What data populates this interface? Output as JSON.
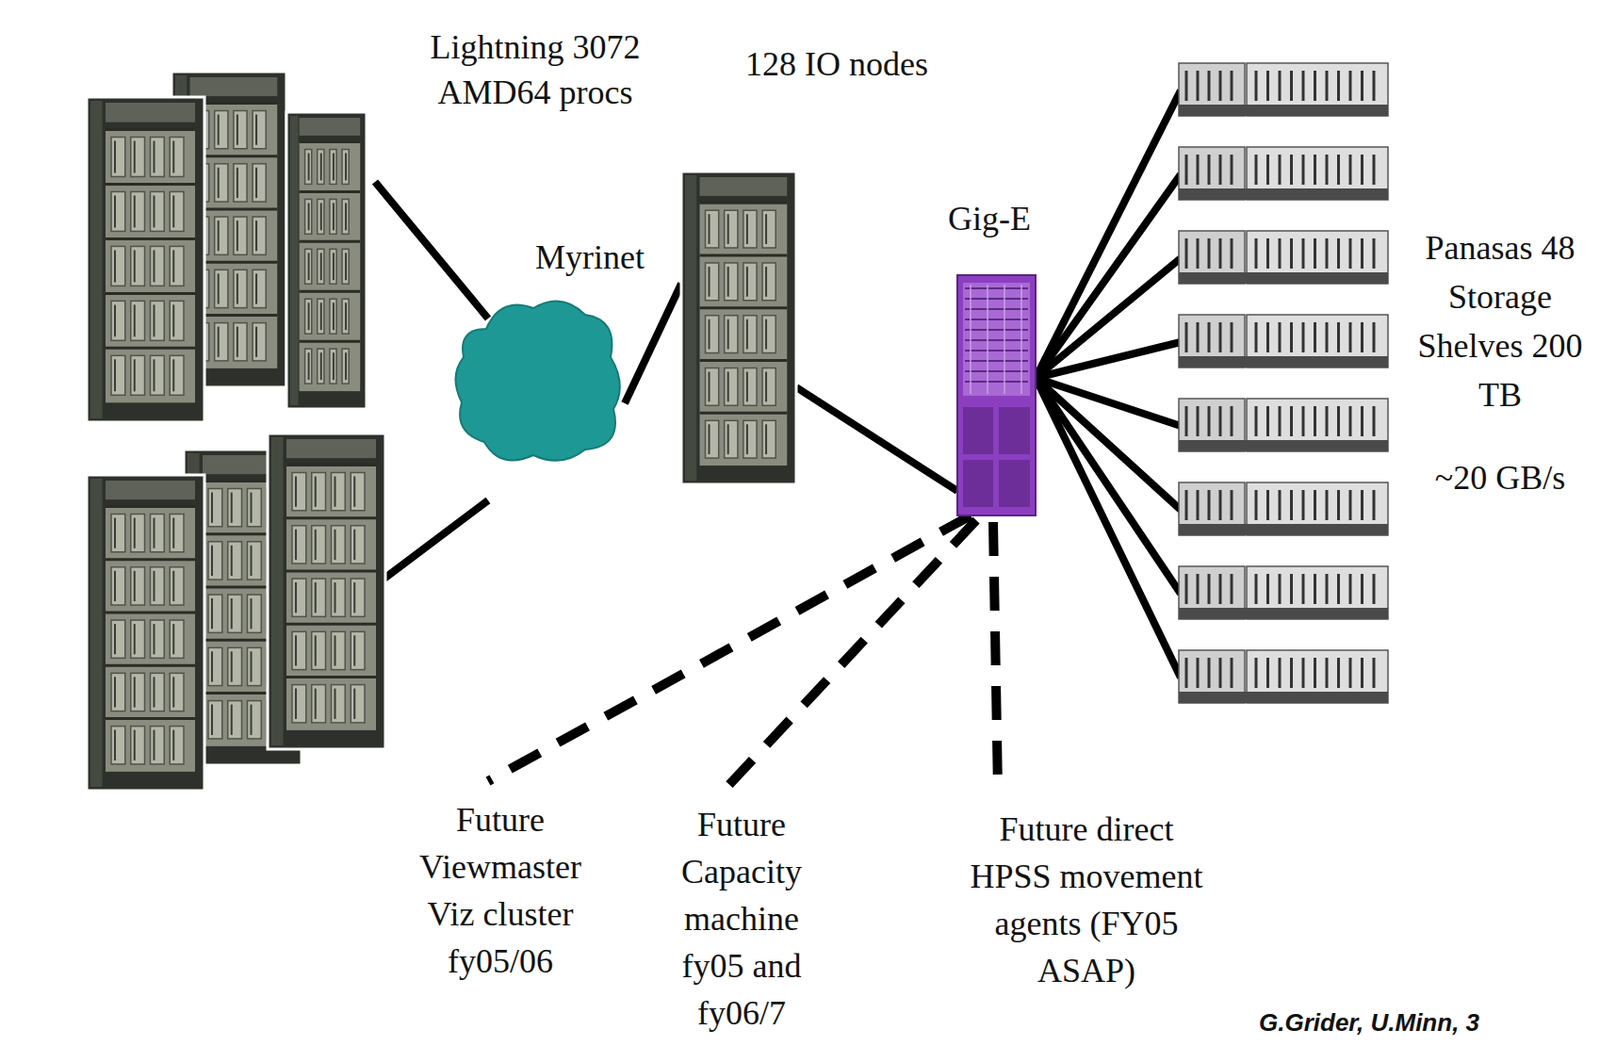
{
  "diagram": {
    "nodes": [
      {
        "text": [
          "Lightning 3072 AMD64 procs"
        ]
      },
      {
        "text": [
          "Myrinet"
        ]
      },
      {
        "text": [
          "128 IO nodes"
        ]
      },
      {
        "text": [
          "Gig-E"
        ]
      },
      {
        "text": [
          "Panasas 48 Storage Shelves 200 TB",
          "~20 GB/s"
        ]
      },
      {
        "text": [
          "Future Viewmaster Viz cluster fy05/06"
        ]
      },
      {
        "text": [
          "Future Capacity machine fy05 and fy06/7"
        ]
      },
      {
        "text": [
          "Future direct HPSS movement agents (FY05 ASAP)"
        ]
      }
    ],
    "edges": [
      {
        "from": 0,
        "to": 1,
        "arrow": "none"
      },
      {
        "from": 0,
        "to": 1,
        "arrow": "none"
      },
      {
        "from": 1,
        "to": 2,
        "arrow": "none"
      },
      {
        "from": 2,
        "to": 3,
        "arrow": "none"
      },
      {
        "from": 3,
        "to": 4,
        "arrow": "none"
      },
      {
        "from": 3,
        "to": 4,
        "arrow": "none"
      },
      {
        "from": 3,
        "to": 4,
        "arrow": "none"
      },
      {
        "from": 3,
        "to": 4,
        "arrow": "none"
      },
      {
        "from": 3,
        "to": 4,
        "arrow": "none"
      },
      {
        "from": 3,
        "to": 4,
        "arrow": "none"
      },
      {
        "from": 3,
        "to": 4,
        "arrow": "none"
      },
      {
        "from": 3,
        "to": 4,
        "arrow": "none"
      },
      {
        "from": 3,
        "to": 5,
        "arrow": "none"
      },
      {
        "from": 3,
        "to": 6,
        "arrow": "none"
      },
      {
        "from": 3,
        "to": 7,
        "arrow": "none"
      }
    ],
    "labels": [
      "G.Grider, U.Minn, 3"
    ]
  }
}
